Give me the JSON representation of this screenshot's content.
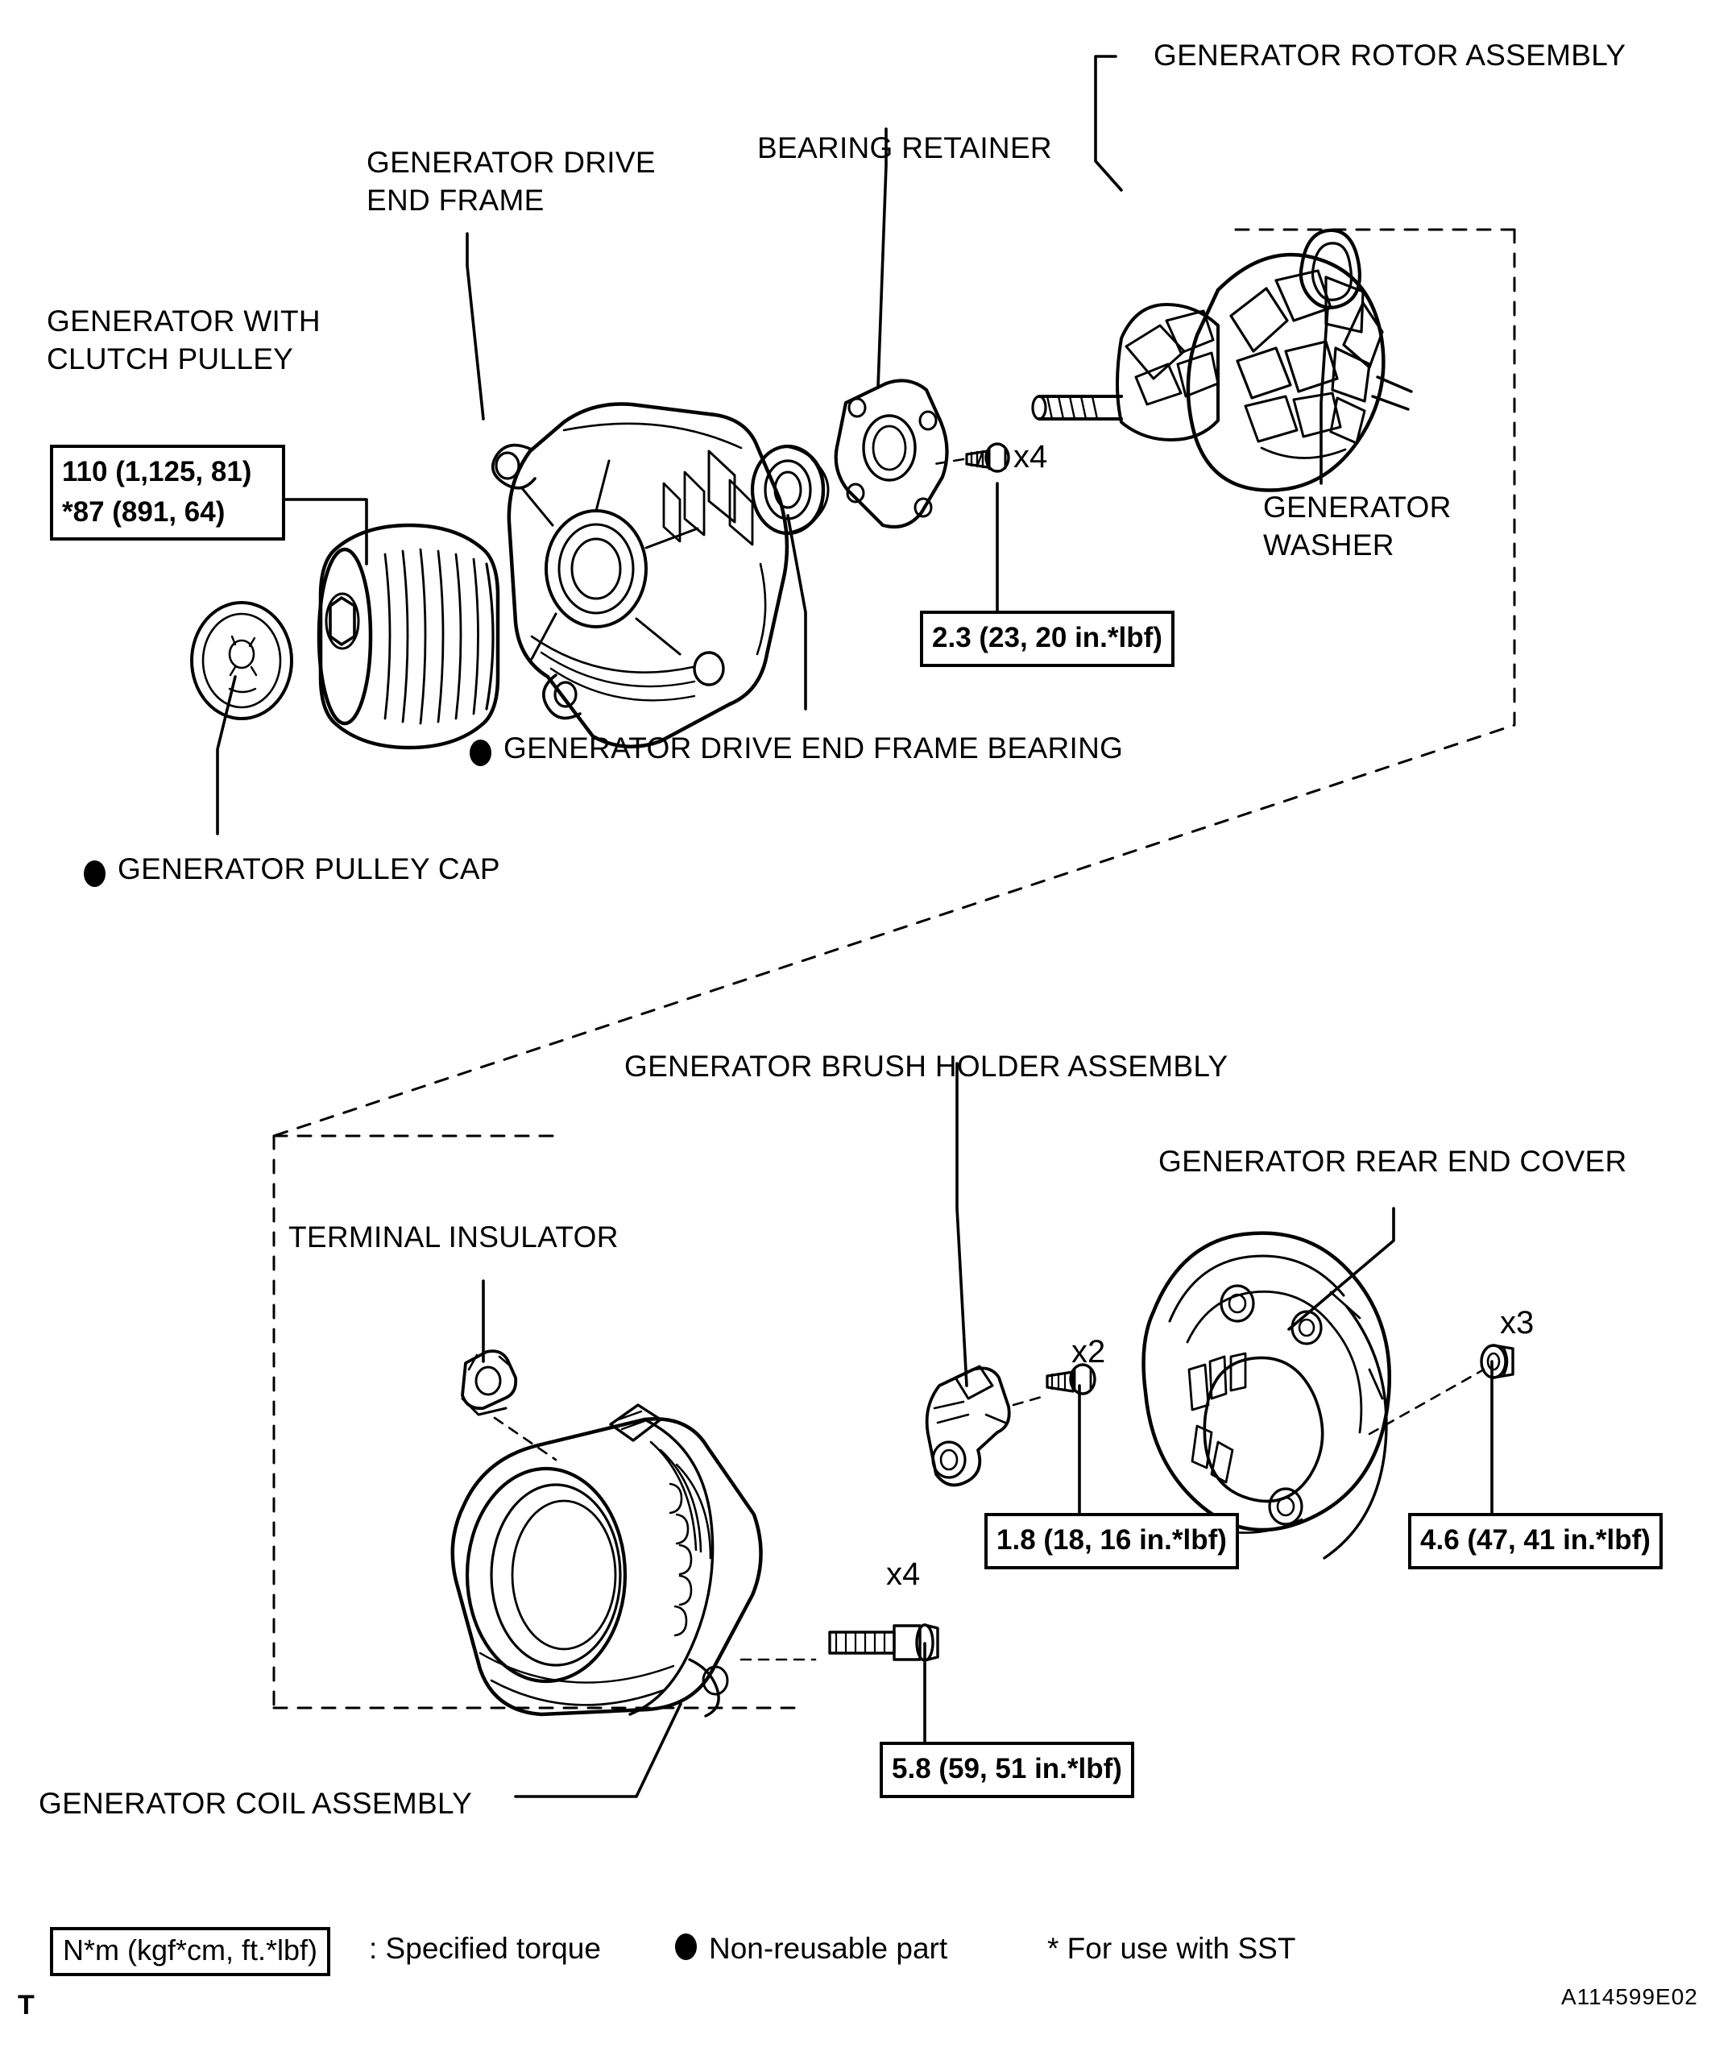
{
  "figure": {
    "id": "A114599E02",
    "corner_mark": "T"
  },
  "labels": {
    "generator_rotor_assembly": "GENERATOR ROTOR ASSEMBLY",
    "bearing_retainer": "BEARING RETAINER",
    "generator_drive_end_frame": "GENERATOR DRIVE\nEND FRAME",
    "generator_with_clutch_pulley": "GENERATOR WITH\nCLUTCH PULLEY",
    "generator_washer": "GENERATOR\nWASHER",
    "generator_drive_end_frame_bearing": "GENERATOR DRIVE END FRAME BEARING",
    "generator_pulley_cap": "GENERATOR PULLEY CAP",
    "generator_brush_holder_assembly": "GENERATOR BRUSH HOLDER ASSEMBLY",
    "generator_rear_end_cover": "GENERATOR REAR END COVER",
    "terminal_insulator": "TERMINAL INSULATOR",
    "generator_coil_assembly": "GENERATOR COIL ASSEMBLY"
  },
  "torque_specs": {
    "pulley": "110 (1,125, 81)\n*87 (891, 64)",
    "bearing_retainer_screw": "2.3 (23, 20 in.*lbf)",
    "brush_holder_screw": "1.8 (18, 16 in.*lbf)",
    "rear_cover_nut": "4.6 (47, 41 in.*lbf)",
    "coil_through_bolt": "5.8 (59, 51 in.*lbf)"
  },
  "quantities": {
    "retainer_screws": "x4",
    "brush_holder_screws": "x2",
    "rear_cover_nuts": "x3",
    "through_bolts": "x4"
  },
  "legend": {
    "torque_box": "N*m (kgf*cm, ft.*lbf)",
    "torque_text": ": Specified torque",
    "non_reusable": "Non-reusable part",
    "sst_note": "* For use with SST"
  }
}
